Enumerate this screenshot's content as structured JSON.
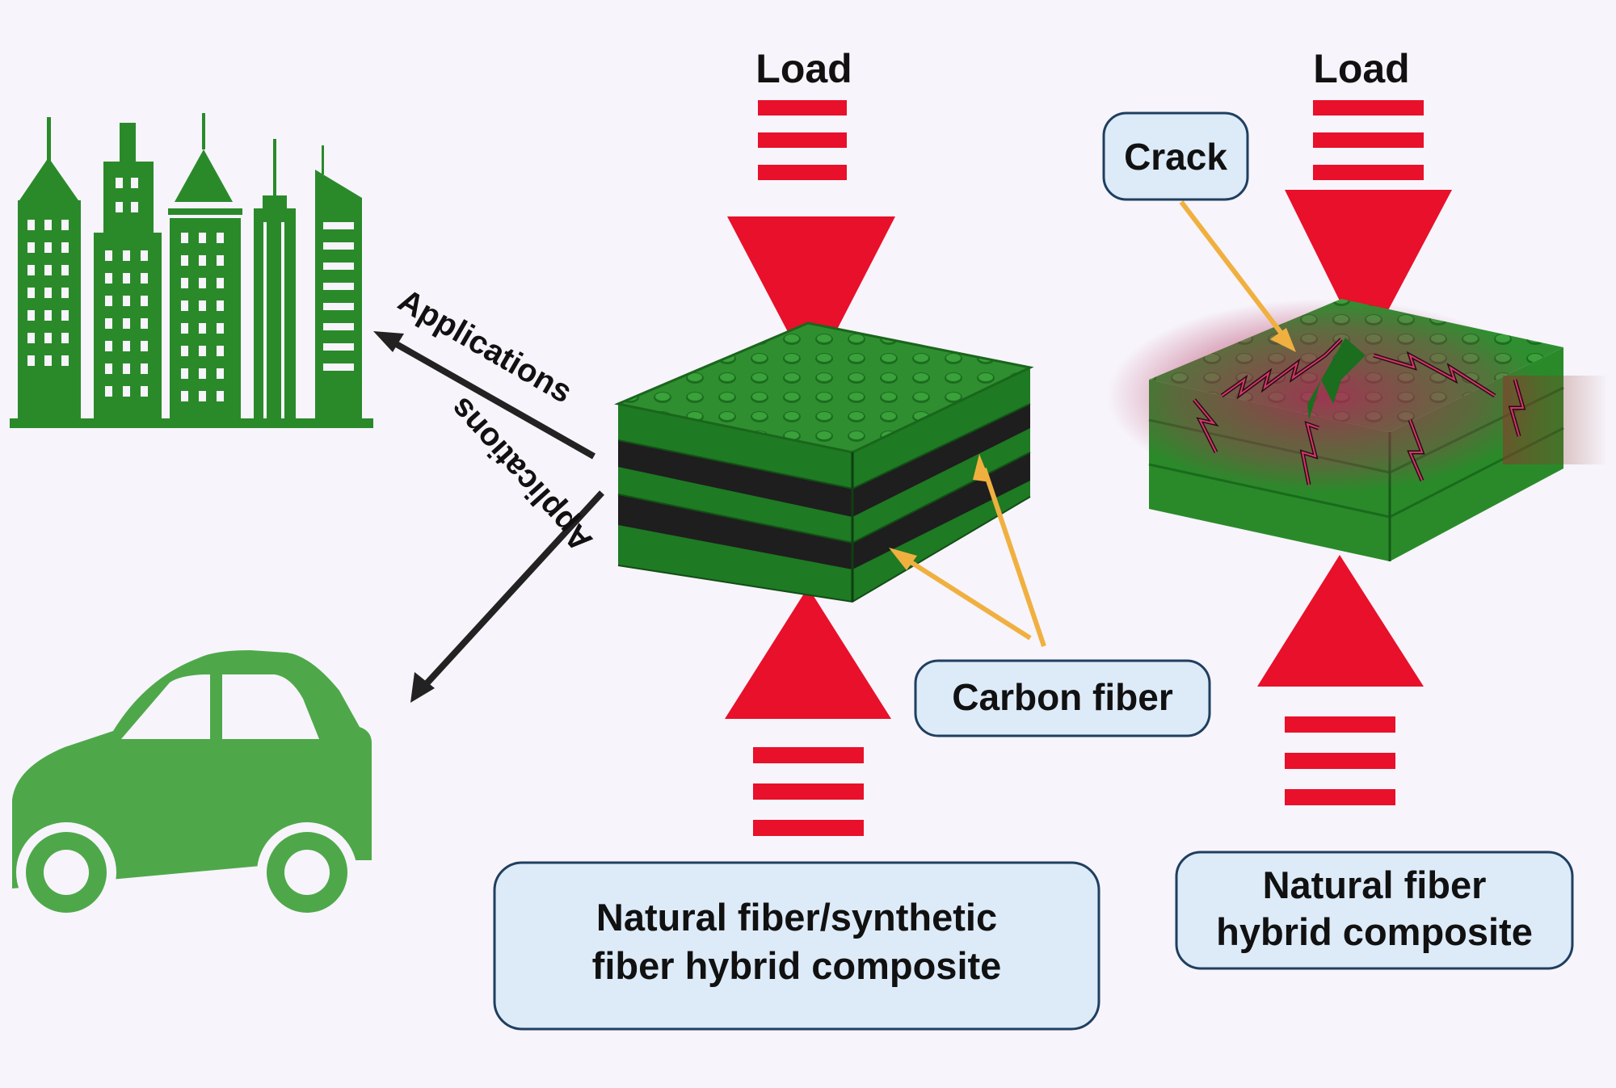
{
  "load_left": "Load",
  "load_right": "Load",
  "crack_label": "Crack",
  "carbon_fiber_label": "Carbon fiber",
  "hybrid_box_line1": "Natural fiber/synthetic",
  "hybrid_box_line2": "fiber hybrid composite",
  "natural_box_line1": "Natural fiber",
  "natural_box_line2": "hybrid composite",
  "applications_upper": "Applications",
  "applications_lower": "Applications",
  "colors": {
    "background": "#f7f4fb",
    "load_arrow": "#e8102a",
    "green_dark": "#1e7a23",
    "green_light": "#3aa03d",
    "carbon_black": "#1e1e1e",
    "callout_fill": "#ddeaf8",
    "callout_border": "#1f3f5f",
    "pointer": "#f0b040",
    "car": "#4ea84a",
    "building": "#2a8a2a"
  },
  "icons": [
    "city-buildings-icon",
    "car-icon"
  ]
}
